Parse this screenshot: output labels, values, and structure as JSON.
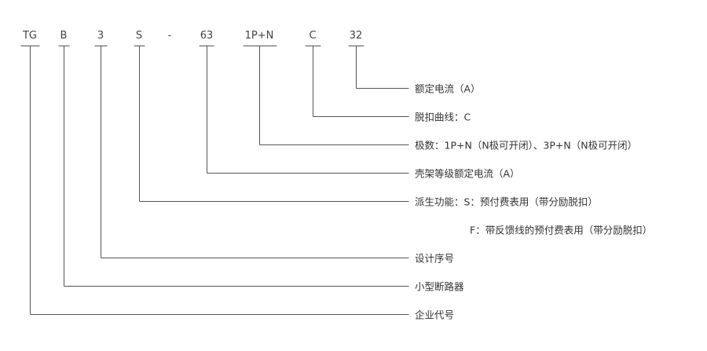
{
  "codes": [
    "TG",
    "B",
    "3",
    "S",
    "-",
    "63",
    "1P+N",
    "C",
    "32"
  ],
  "descriptions": {
    "rated_current": "额定电流（A）",
    "trip_curve": "脱扣曲线：C",
    "poles": "极数：1P+N（N极可开闭）、3P+N（N极可开闭）",
    "frame_current": "壳架等级额定电流（A）",
    "derived_function_s": "派生功能：S：预付费表用（带分励脱扣）",
    "derived_function_f": "F：带反馈线的预付费表用（带分励脱扣）",
    "design_no": "设计序号",
    "product_type": "小型断路器",
    "company_code": "企业代号"
  }
}
